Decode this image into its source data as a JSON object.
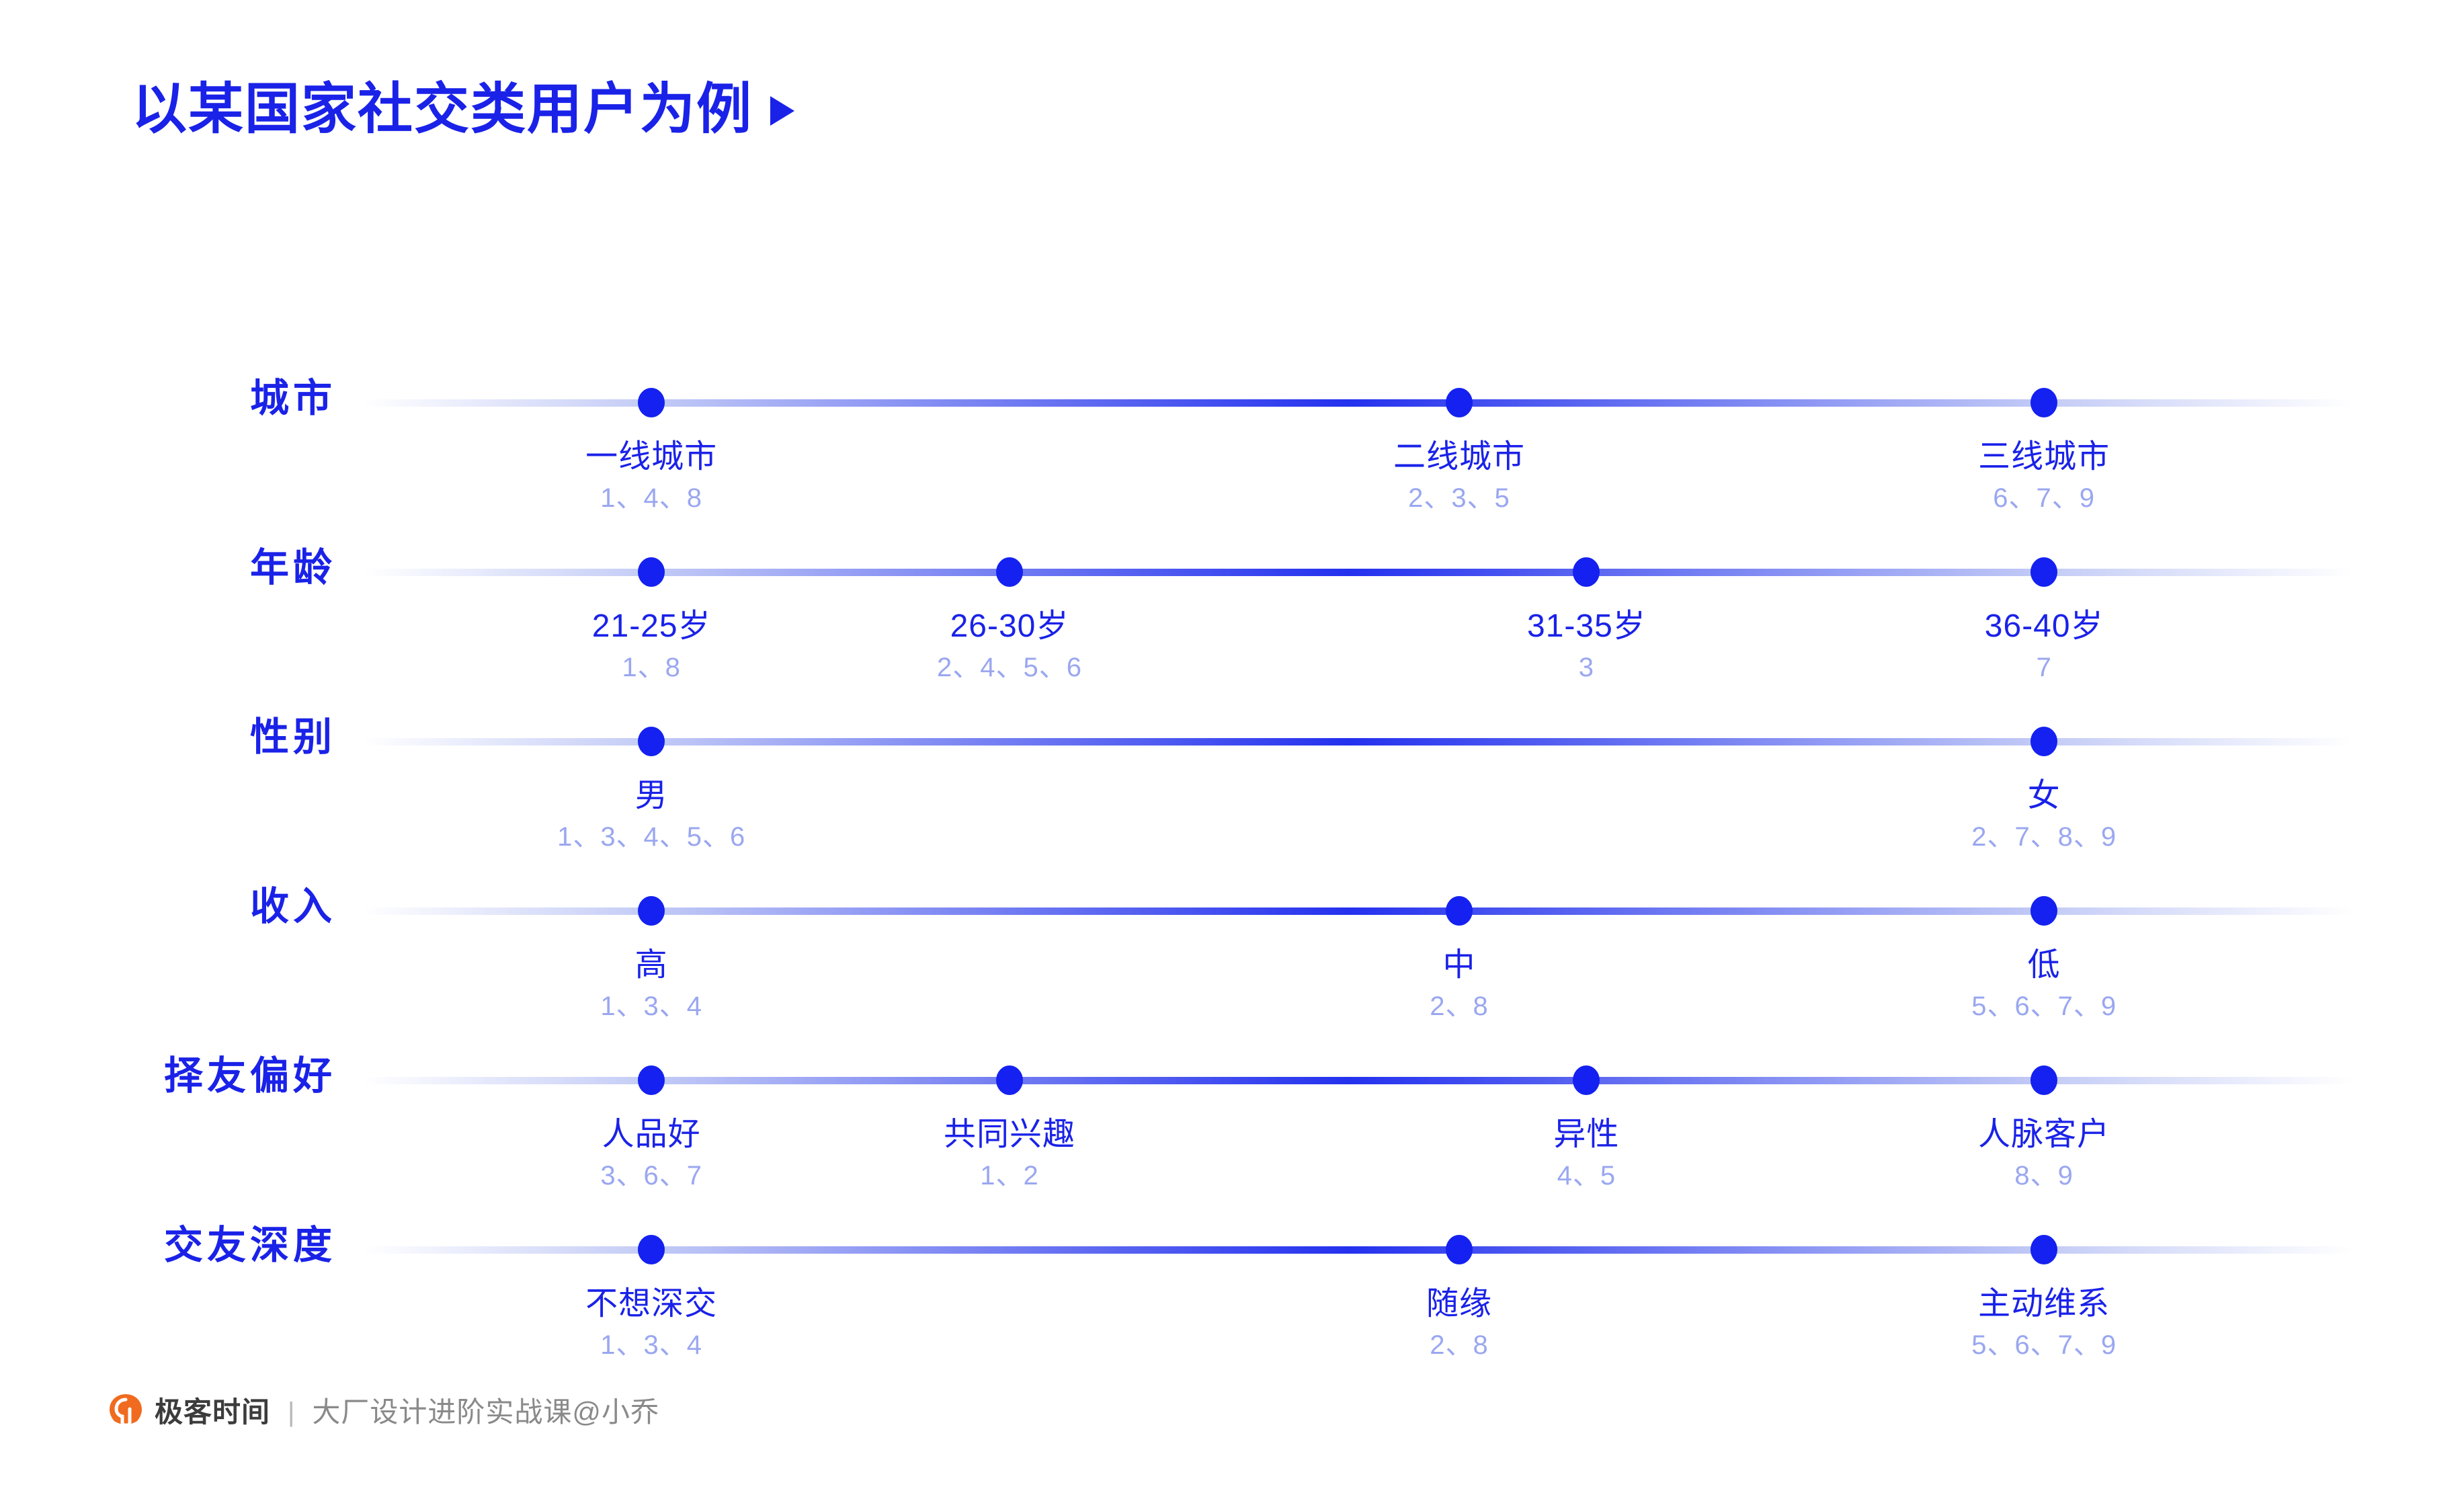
{
  "title": {
    "text": "以某国家社交类用户为例",
    "arrow_icon": "play-triangle-icon",
    "color": "#1A22E8"
  },
  "colors": {
    "accent": "#1A22E8",
    "dot": "#1421F0",
    "line_strong": "#2431EE",
    "line_faint": "#C3CBF6",
    "ids": "#9AA7F0",
    "logo_orange": "#F06B1F",
    "footer_brand": "#3C3C3C",
    "footer_course": "#8A8A8A"
  },
  "chart_data": {
    "type": "parallel-coordinates",
    "title": "以某国家社交类用户为例",
    "axis_count": 6,
    "axes": [
      {
        "label": "城市",
        "points": [
          {
            "name": "一线城市",
            "ids": "1、4、8",
            "x_pct": 14.5
          },
          {
            "name": "二线城市",
            "ids": "2、3、5",
            "x_pct": 55.1
          },
          {
            "name": "三线城市",
            "ids": "6、7、9",
            "x_pct": 84.5
          }
        ]
      },
      {
        "label": "年龄",
        "points": [
          {
            "name": "21-25岁",
            "ids": "1、8",
            "x_pct": 14.5
          },
          {
            "name": "26-30岁",
            "ids": "2、4、5、6",
            "x_pct": 32.5
          },
          {
            "name": "31-35岁",
            "ids": "3",
            "x_pct": 61.5
          },
          {
            "name": "36-40岁",
            "ids": "7",
            "x_pct": 84.5
          }
        ]
      },
      {
        "label": "性别",
        "points": [
          {
            "name": "男",
            "ids": "1、3、4、5、6",
            "x_pct": 14.5
          },
          {
            "name": "女",
            "ids": "2、7、8、9",
            "x_pct": 84.5
          }
        ]
      },
      {
        "label": "收入",
        "points": [
          {
            "name": "高",
            "ids": "1、3、4",
            "x_pct": 14.5
          },
          {
            "name": "中",
            "ids": "2、8",
            "x_pct": 55.1
          },
          {
            "name": "低",
            "ids": "5、6、7、9",
            "x_pct": 84.5
          }
        ]
      },
      {
        "label": "择友偏好",
        "points": [
          {
            "name": "人品好",
            "ids": "3、6、7",
            "x_pct": 14.5
          },
          {
            "name": "共同兴趣",
            "ids": "1、2",
            "x_pct": 32.5
          },
          {
            "name": "异性",
            "ids": "4、5",
            "x_pct": 61.5
          },
          {
            "name": "人脉客户",
            "ids": "8、9",
            "x_pct": 84.5
          }
        ]
      },
      {
        "label": "交友深度",
        "points": [
          {
            "name": "不想深交",
            "ids": "1、3、4",
            "x_pct": 14.5
          },
          {
            "name": "随缘",
            "ids": "2、8",
            "x_pct": 55.1
          },
          {
            "name": "主动维系",
            "ids": "5、6、7、9",
            "x_pct": 84.5
          }
        ]
      }
    ]
  },
  "footer": {
    "logo_icon": "geekbang-logo-icon",
    "brand": "极客时间",
    "separator": "|",
    "course": "大厂设计进阶实战课@小乔"
  }
}
